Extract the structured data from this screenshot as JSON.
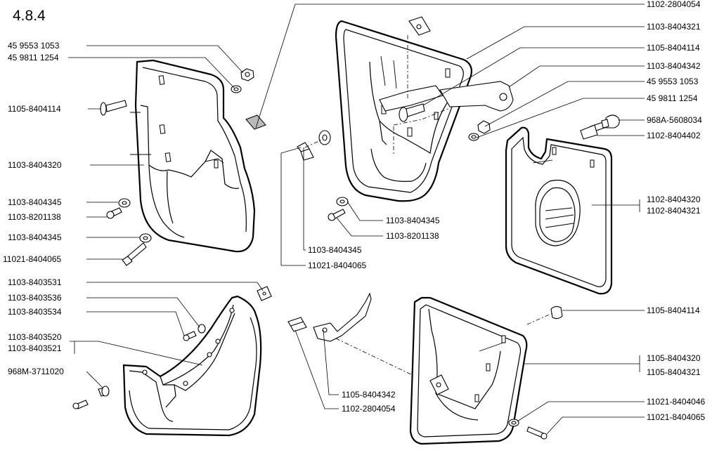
{
  "section": "4.8.4",
  "labels": {
    "tl_a": "45 9553 1053",
    "tl_b": "45 9811 1254",
    "tl_c": "1105-8404114",
    "tl_d": "1103-8404320",
    "tl_e": "1103-8404345",
    "tl_f": "1103-8201138",
    "tl_g": "1103-8404345",
    "tl_h": "11021-8404065",
    "ml_a": "1103-8403531",
    "ml_b": "1103-8403536",
    "ml_c": "1103-8403534",
    "ml_d": "1103-8403520",
    "ml_e": "1103-8403521",
    "ml_f": "968M-3711020",
    "c_a": "1103-8404345",
    "c_b": "1103-8201138",
    "c_c": "1103-8404345",
    "c_d": "11021-8404065",
    "c_e": "1105-8404342",
    "c_f": "1102-2804054",
    "r_a": "1102-2804054",
    "r_b": "1103-8404321",
    "r_c": "1105-8404114",
    "r_d": "1103-8404342",
    "r_e": "45 9553 1053",
    "r_f": "45 9811 1254",
    "r_g": "968A-5608034",
    "r_h": "1102-8404402",
    "r_i": "1102-8404320",
    "r_j": "1102-8404321",
    "r_k": "1105-8404114",
    "r_l": "1105-8404320",
    "r_m": "1105-8404321",
    "r_n": "11021-8404046",
    "r_o": "11021-8404065"
  }
}
